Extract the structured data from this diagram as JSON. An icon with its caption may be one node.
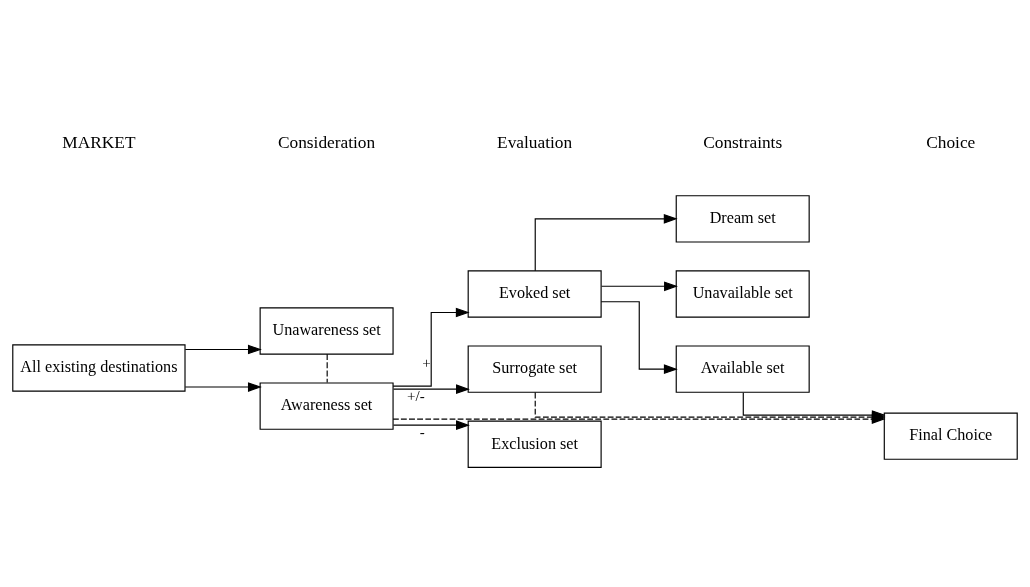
{
  "diagram": {
    "nodes": [
      {
        "text": [
          "All existing destinations"
        ]
      },
      {
        "text": [
          "Unawareness set"
        ]
      },
      {
        "text": [
          "Awareness set"
        ]
      },
      {
        "text": [
          "Evoked set"
        ]
      },
      {
        "text": [
          "Surrogate set"
        ]
      },
      {
        "text": [
          "Exclusion set"
        ]
      },
      {
        "text": [
          "Dream set"
        ]
      },
      {
        "text": [
          "Unavailable set"
        ]
      },
      {
        "text": [
          "Available set"
        ]
      },
      {
        "text": [
          "Final Choice"
        ]
      }
    ],
    "edges": [
      {
        "from": 0,
        "to": 1,
        "arrow": "to"
      },
      {
        "from": 0,
        "to": 2,
        "arrow": "to"
      },
      {
        "from": 1,
        "to": 2,
        "arrow": "none",
        "style": "dashed"
      },
      {
        "from": 2,
        "to": 3,
        "arrow": "to",
        "label": "+"
      },
      {
        "from": 2,
        "to": 4,
        "arrow": "to",
        "label": "+/-"
      },
      {
        "from": 2,
        "to": 5,
        "arrow": "to",
        "label": "-"
      },
      {
        "from": 3,
        "to": 6,
        "arrow": "to"
      },
      {
        "from": 3,
        "to": 7,
        "arrow": "to"
      },
      {
        "from": 3,
        "to": 8,
        "arrow": "to"
      },
      {
        "from": 8,
        "to": 9,
        "arrow": "to"
      },
      {
        "from": 4,
        "to": 9,
        "arrow": "to",
        "style": "dashed"
      },
      {
        "from": 2,
        "to": 9,
        "arrow": "to",
        "style": "dashed"
      }
    ],
    "labels": [
      "MARKET",
      "Consideration",
      "Evaluation",
      "Constraints",
      "Choice"
    ]
  }
}
